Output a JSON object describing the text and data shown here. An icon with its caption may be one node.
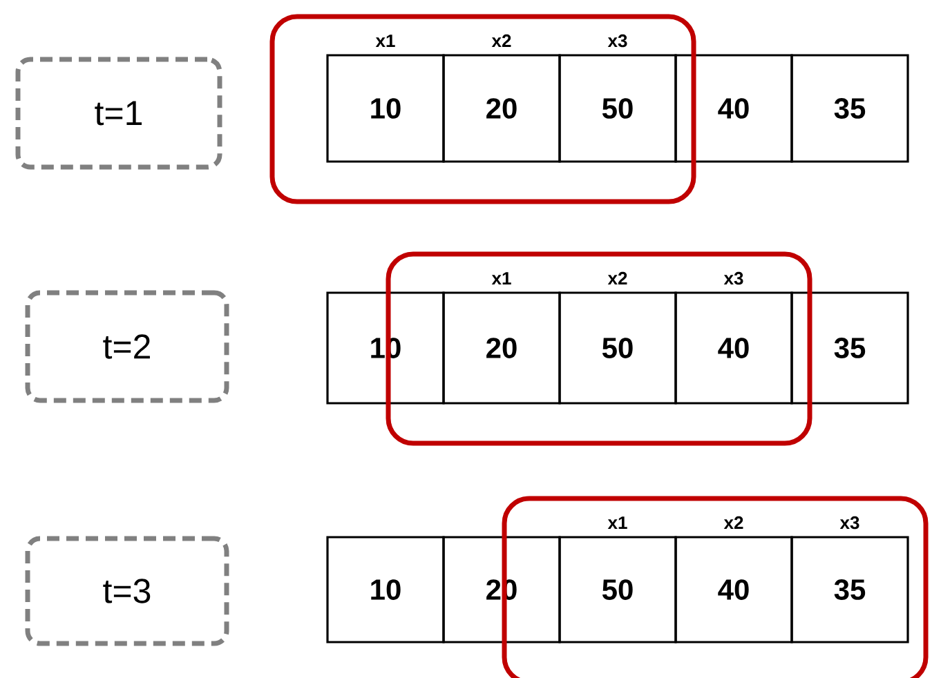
{
  "diagram": {
    "nodes": [
      {
        "text": [
          "t=1"
        ]
      },
      {
        "text": [
          "10"
        ],
        "beside": [
          "x1"
        ]
      },
      {
        "text": [
          "20"
        ],
        "beside": [
          "x2"
        ]
      },
      {
        "text": [
          "50"
        ],
        "beside": [
          "x3"
        ]
      },
      {
        "text": [
          "40"
        ]
      },
      {
        "text": [
          "35"
        ]
      },
      {
        "text": [
          "t=2"
        ]
      },
      {
        "text": [
          "10"
        ]
      },
      {
        "text": [
          "20"
        ],
        "beside": [
          "x1"
        ]
      },
      {
        "text": [
          "50"
        ],
        "beside": [
          "x2"
        ]
      },
      {
        "text": [
          "40"
        ],
        "beside": [
          "x3"
        ]
      },
      {
        "text": [
          "35"
        ]
      },
      {
        "text": [
          "t=3"
        ]
      },
      {
        "text": [
          "10"
        ]
      },
      {
        "text": [
          "20"
        ]
      },
      {
        "text": [
          "50"
        ],
        "beside": [
          "x1"
        ]
      },
      {
        "text": [
          "40"
        ],
        "beside": [
          "x2"
        ]
      },
      {
        "text": [
          "35"
        ],
        "beside": [
          "x3"
        ]
      }
    ]
  }
}
